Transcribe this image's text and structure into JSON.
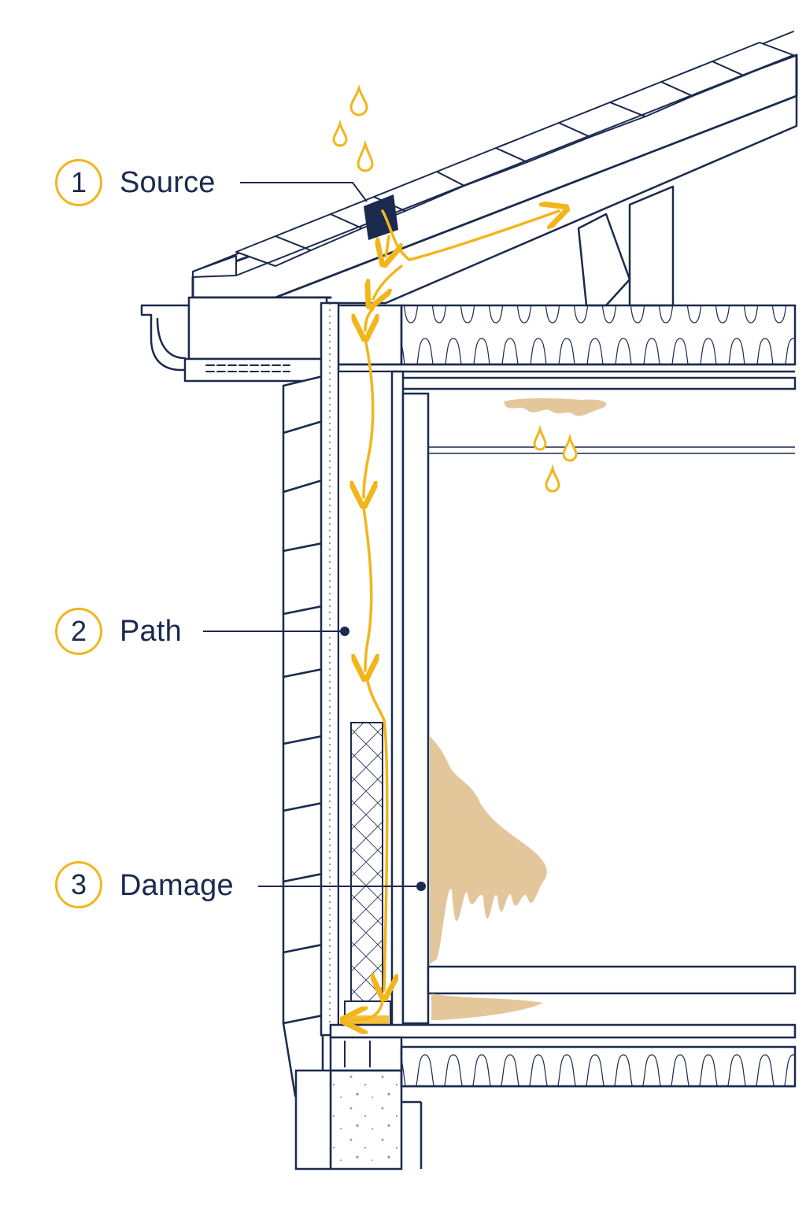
{
  "colors": {
    "ink": "#1b2a4e",
    "water_accent": "#f2b51c",
    "stain": "#d9b47a",
    "insulation_fill": "#ffffff",
    "background": "#ffffff"
  },
  "callouts": [
    {
      "number": "1",
      "label": "Source"
    },
    {
      "number": "2",
      "label": "Path"
    },
    {
      "number": "3",
      "label": "Damage"
    }
  ],
  "icons": {
    "water_drop": "water-drop-icon",
    "flow_arrow": "flow-arrow-icon"
  }
}
